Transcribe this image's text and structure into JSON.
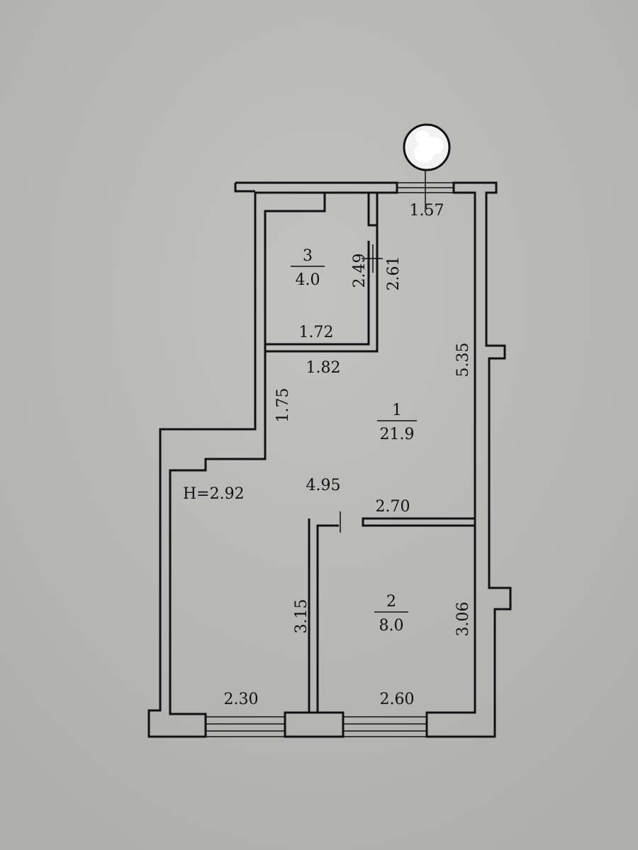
{
  "plan": {
    "ceiling_height": "H=2.92",
    "rooms": [
      {
        "number": "1",
        "area": "21.9"
      },
      {
        "number": "2",
        "area": "8.0"
      },
      {
        "number": "3",
        "area": "4.0"
      }
    ],
    "dimensions": {
      "top_window_width": "1.57",
      "room3_door_wall": "2.49",
      "room3_outer_height": "2.61",
      "room3_inner_width": "1.72",
      "room3_outer_width": "1.82",
      "right_wall_length": "5.35",
      "step_length": "1.75",
      "room1_width": "4.95",
      "room2_top_wall": "2.70",
      "left_partition": "3.15",
      "room2_right_wall": "3.06",
      "bottom_left_wall": "2.30",
      "bottom_right_wall": "2.60"
    }
  }
}
